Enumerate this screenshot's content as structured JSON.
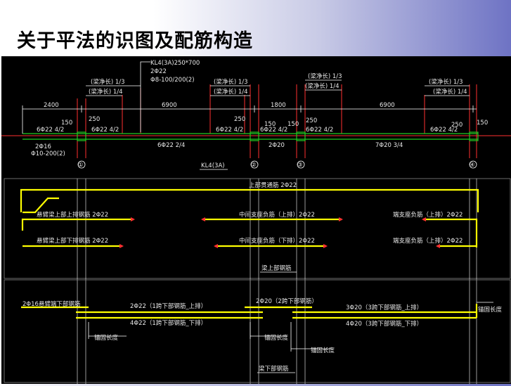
{
  "page": {
    "title": "关于平法的识图及配筋构造"
  },
  "beam_label": {
    "line1": "KL4(3A)250*700",
    "line2": "2Φ22",
    "line3": "Φ8-100/200(2)"
  },
  "spans": [
    "2400",
    "6900",
    "1800",
    "6900"
  ],
  "dim_small": {
    "d150": "150",
    "d250": "250"
  },
  "net_length": {
    "third": "(梁净长) 1/3",
    "quarter": "(梁净长) 1/4"
  },
  "top_rebar": {
    "c1": "6Φ22 4/2",
    "c2": "6Φ22 4/2",
    "c3": "6Φ22 4/2",
    "c4": "6Φ22 4/2",
    "c5": "6Φ22 4/2",
    "c6": "6Φ22 4/2"
  },
  "bottom_rebar": {
    "cant1": "2Φ16",
    "cant2": "Φ10-200(2)",
    "span1": "6Φ22 2/4",
    "span2": "2Φ20",
    "span3": "7Φ20 3/4"
  },
  "axes": [
    "①",
    "②",
    "③",
    "④"
  ],
  "section_label": "KL4(3A)",
  "upper_detail": {
    "through": "上部贯通筋 2Φ22",
    "cant_top_up": "悬臂梁上部上排钢筋 2Φ22",
    "cant_top_low": "悬臂梁上部下排钢筋 2Φ22",
    "mid_up": "中间支座负筋（上排）2Φ22",
    "mid_low": "中间支座负筋（下排）2Φ22",
    "end_up": "端支座负筋（上排）2Φ22",
    "end_low": "端支座负筋（上排）2Φ22",
    "caption": "梁上部钢筋"
  },
  "lower_detail": {
    "cant_bottom": "2Φ16悬臂端下部钢筋",
    "span1_up": "2Φ22（1跨下部钢筋_上排）",
    "span1_low": "4Φ22（1跨下部钢筋_下排）",
    "span2": "2Φ20（2跨下部钢筋）",
    "span3_up": "3Φ20（3跨下部钢筋_上排）",
    "span3_low": "4Φ20（3跨下部钢筋_下排）",
    "anchor": "锚固长度",
    "caption": "梁下部钢筋"
  },
  "colors": {
    "rebar": "#ffff00",
    "beam": "#22cc22",
    "axis_line": "#ff3030",
    "dimension": "#ffffff",
    "header_gradient_end": "#6e73c4"
  }
}
